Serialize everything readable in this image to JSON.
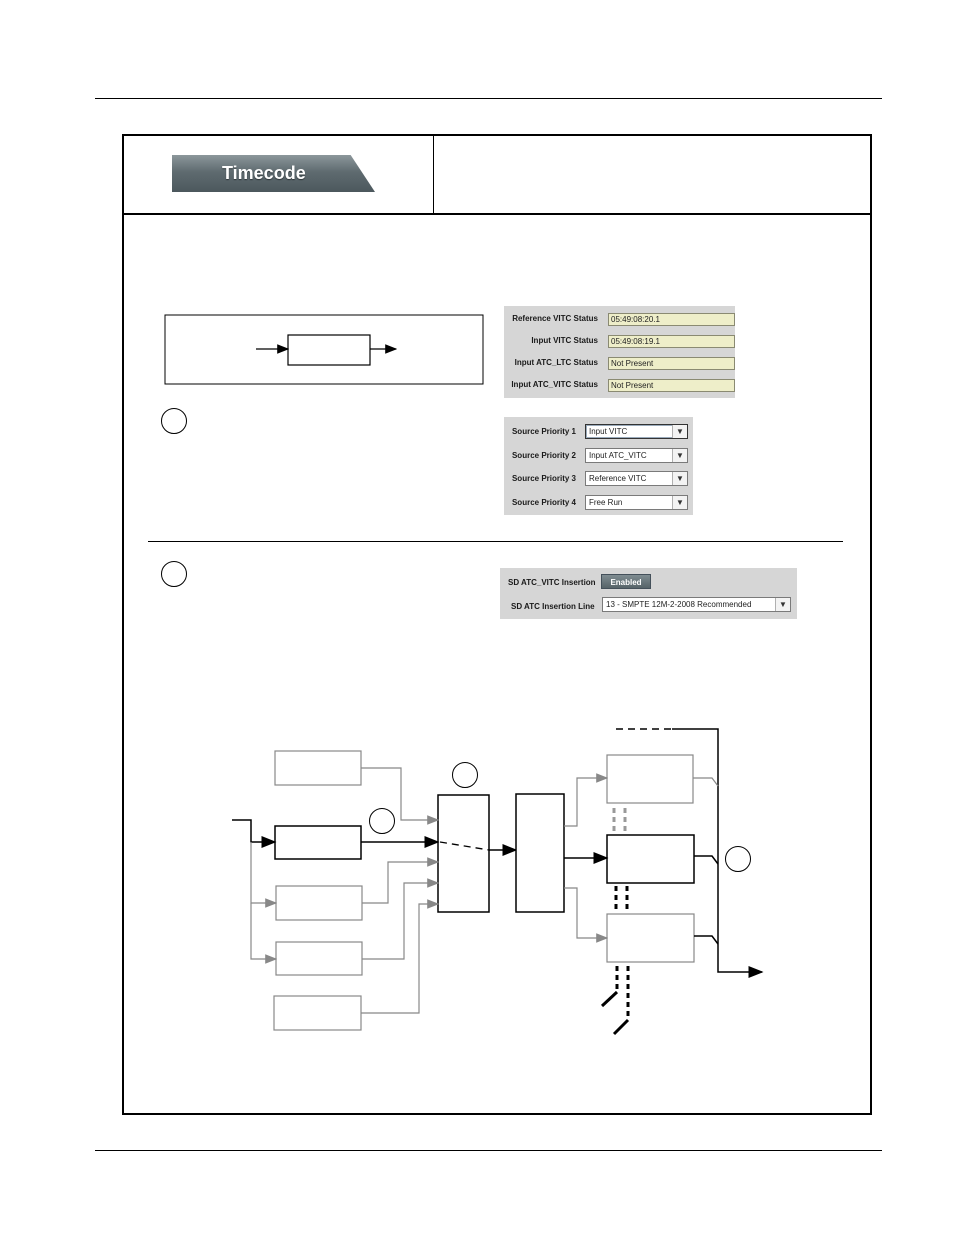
{
  "tab": {
    "label": "Timecode"
  },
  "status_panel": {
    "rows": [
      {
        "label": "Reference VITC Status",
        "value": "05:49:08:20.1"
      },
      {
        "label": "Input VITC Status",
        "value": "05:49:08:19.1"
      },
      {
        "label": "Input ATC_LTC Status",
        "value": "Not Present"
      },
      {
        "label": "Input ATC_VITC Status",
        "value": "Not Present"
      }
    ]
  },
  "priority_panel": {
    "rows": [
      {
        "label": "Source Priority 1",
        "value": "Input VITC"
      },
      {
        "label": "Source Priority 2",
        "value": "Input ATC_VITC"
      },
      {
        "label": "Source Priority 3",
        "value": "Reference VITC"
      },
      {
        "label": "Source Priority 4",
        "value": "Free Run"
      }
    ]
  },
  "insertion_panel": {
    "insertion_label": "SD ATC_VITC Insertion",
    "insertion_value": "Enabled",
    "line_label": "SD ATC Insertion Line",
    "line_value": "13 - SMPTE 12M-2-2008 Recommended"
  },
  "icons": {
    "dropdown": "chevron-down-icon",
    "arrow": "▼"
  }
}
